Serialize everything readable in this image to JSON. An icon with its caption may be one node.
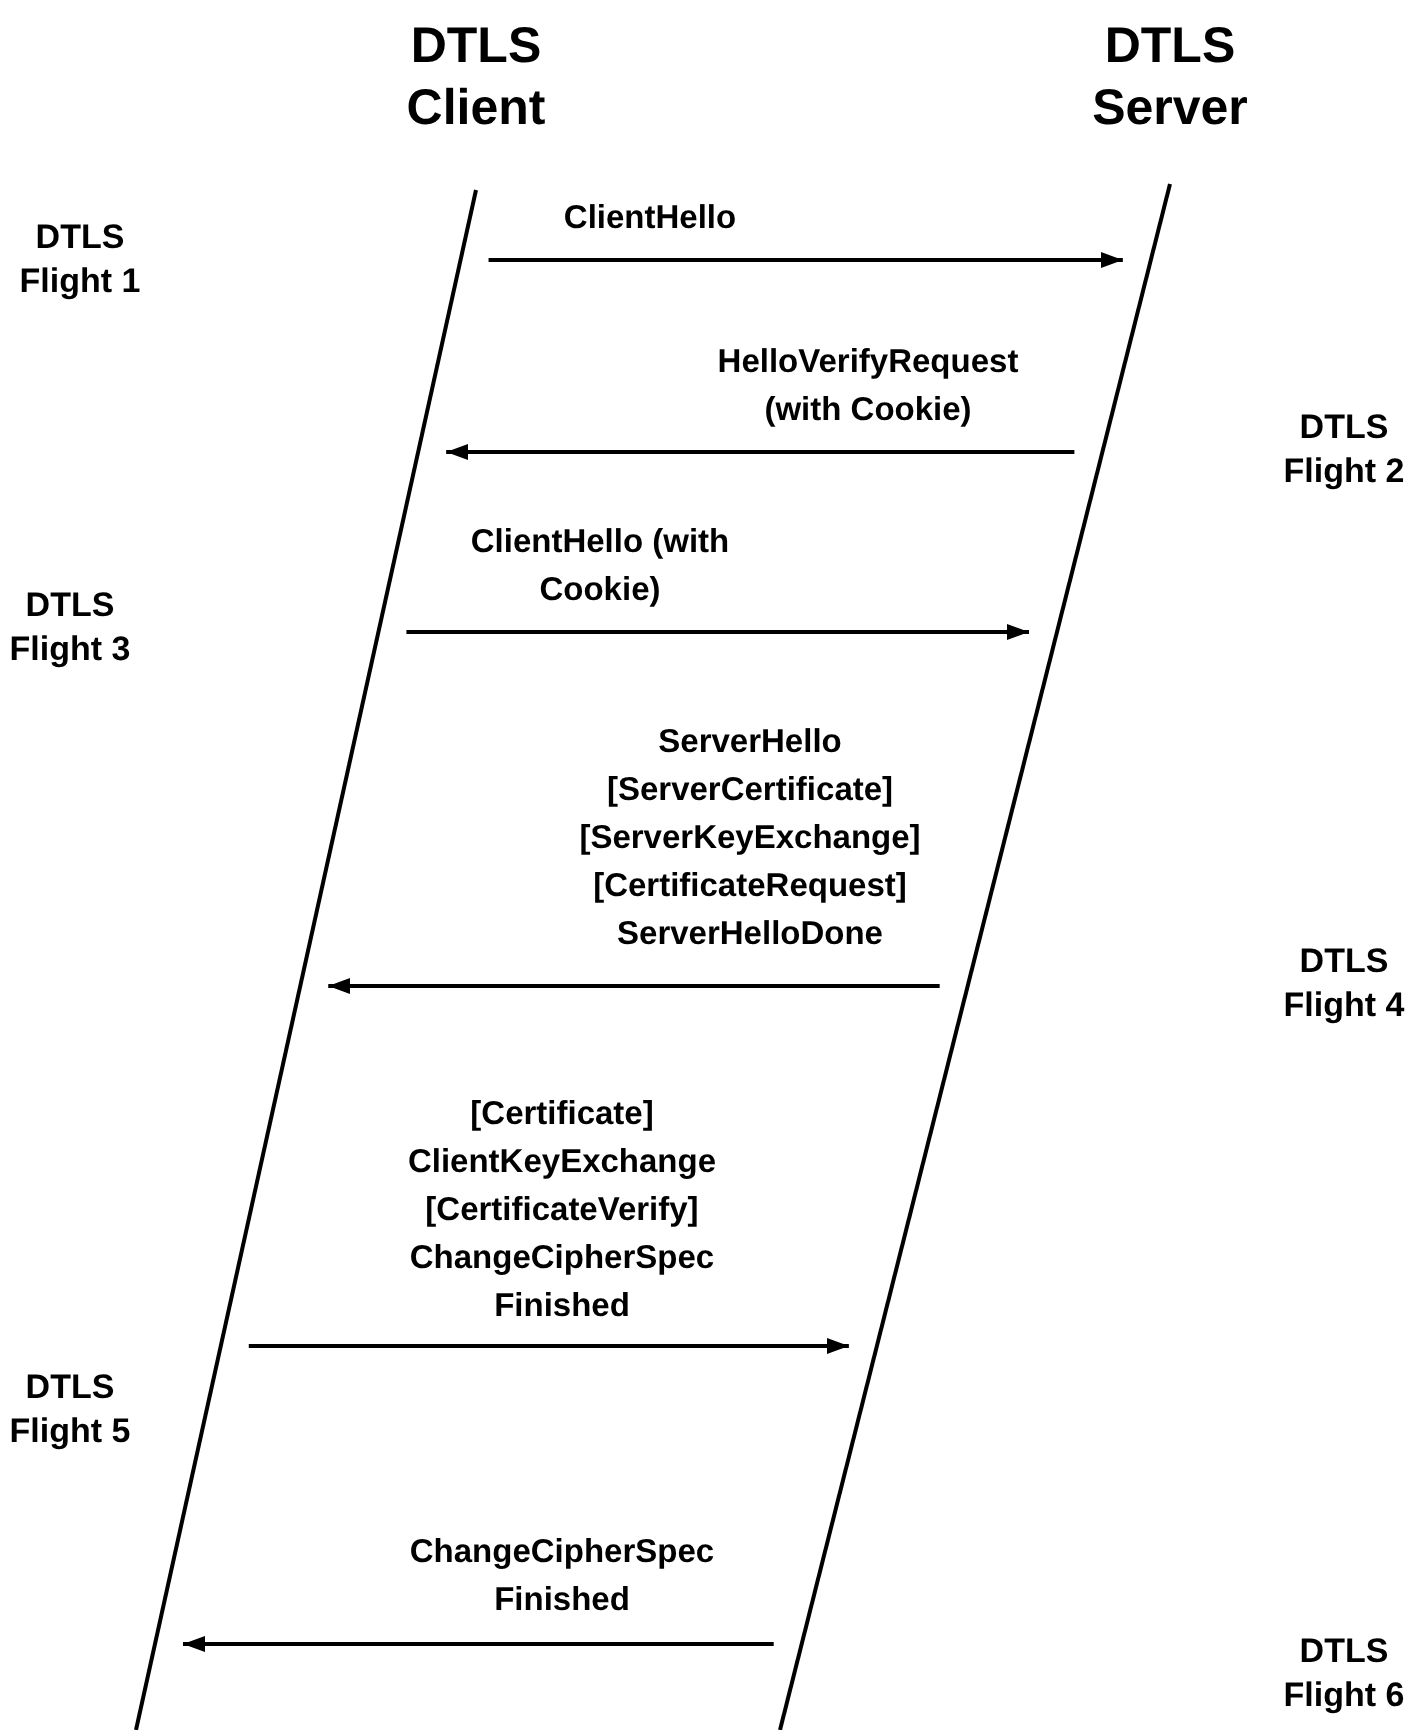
{
  "diagram": {
    "nodes": [
      {
        "text": [
          "DTLS Client"
        ]
      },
      {
        "text": [
          "DTLS Server"
        ]
      },
      {
        "text": [],
        "shape": "bar"
      },
      {
        "text": [],
        "shape": "bar"
      }
    ],
    "edges": [
      {
        "from": 2,
        "to": 3,
        "arrow": "to",
        "label": "ClientHello"
      },
      {
        "from": 3,
        "to": 2,
        "arrow": "to",
        "label": "HelloVerifyRequest (with Cookie)"
      },
      {
        "from": 2,
        "to": 3,
        "arrow": "to",
        "label": "ClientHello (with Cookie)"
      },
      {
        "from": 3,
        "to": 2,
        "arrow": "to",
        "label": "ServerHello [ServerCertificate] [ServerKeyExchange] [CertificateRequest] ServerHelloDone"
      },
      {
        "from": 2,
        "to": 3,
        "arrow": "to",
        "label": "[Certificate] ClientKeyExchange [CertificateVerify] ChangeCipherSpec Finished"
      },
      {
        "from": 3,
        "to": 2,
        "arrow": "to",
        "label": "ChangeCipherSpec Finished"
      }
    ],
    "labels": [
      "DTLS Flight 1",
      "DTLS Flight 2",
      "DTLS Flight 3",
      "DTLS Flight 4",
      "DTLS Flight 5",
      "DTLS Flight 6"
    ]
  }
}
